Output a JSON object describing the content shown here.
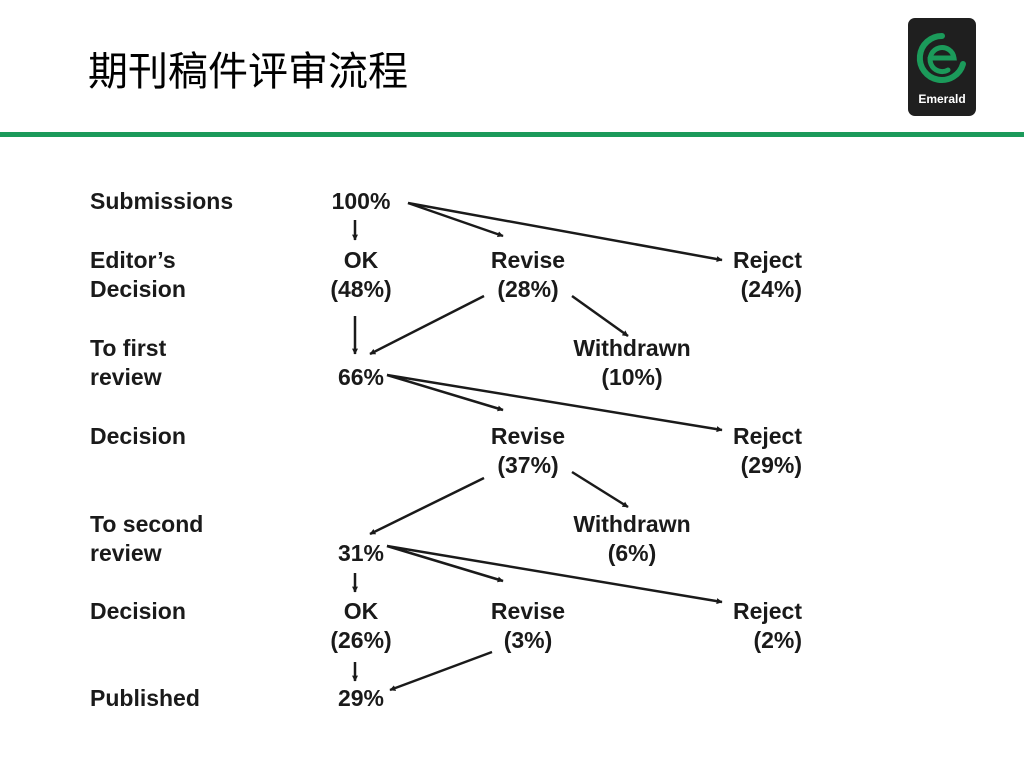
{
  "slide": {
    "title": "期刊稿件评审流程",
    "logo_text": "Emerald"
  },
  "colors": {
    "rule": "#1b9a5a",
    "logo_bg": "#1f1f1f",
    "logo_mark": "#1b9a5a",
    "text": "#1a1a1a"
  },
  "stages": {
    "submissions": "Submissions",
    "editors_decision_1": "Editor’s",
    "editors_decision_2": "Decision",
    "first_review_1": "To first",
    "first_review_2": "review",
    "decision_1": "Decision",
    "second_review_1": "To second",
    "second_review_2": "review",
    "decision_2": "Decision",
    "published": "Published"
  },
  "nodes": {
    "submissions": "100%",
    "ed_ok": "OK",
    "ed_ok_pct": "(48%)",
    "ed_revise": "Revise",
    "ed_revise_pct": "(28%)",
    "ed_reject": "Reject",
    "ed_reject_pct": "(24%)",
    "wd1": "Withdrawn",
    "wd1_pct": "(10%)",
    "first_review": "66%",
    "d1_revise": "Revise",
    "d1_revise_pct": "(37%)",
    "d1_reject": "Reject",
    "d1_reject_pct": "(29%)",
    "wd2": "Withdrawn",
    "wd2_pct": "(6%)",
    "second_review": "31%",
    "d2_ok": "OK",
    "d2_ok_pct": "(26%)",
    "d2_revise": "Revise",
    "d2_revise_pct": "(3%)",
    "d2_reject": "Reject",
    "d2_reject_pct": "(2%)",
    "published": "29%"
  }
}
